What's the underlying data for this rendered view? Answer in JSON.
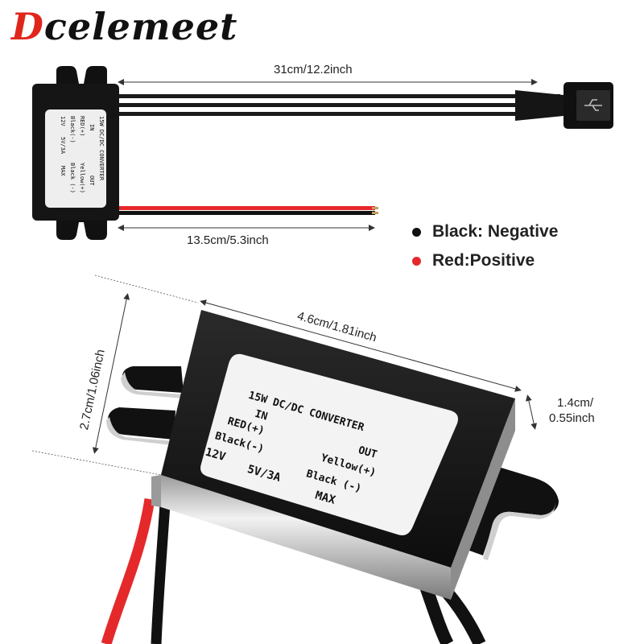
{
  "brand": {
    "first": "D",
    "rest": "celemeet"
  },
  "dimensions": {
    "usb_cable_length": "31cm/12.2inch",
    "input_wire_length": "13.5cm/5.3inch",
    "module_length": "4.6cm/1.81inch",
    "module_width": "2.7cm/1.06inch",
    "module_height_line1": "1.4cm/",
    "module_height_line2": "0.55inch"
  },
  "legend": [
    {
      "text": "Black: Negative",
      "color": "#111111"
    },
    {
      "text": "Red:Positive",
      "color": "#e5292b"
    }
  ],
  "module_label": {
    "title": "15W DC/DC CONVERTER",
    "in": "IN",
    "out": "OUT",
    "red": "RED(+)",
    "black_in": "Black(-)",
    "yellow": "Yellow(+)",
    "black_out": "Black (-)",
    "v_in": "12V",
    "v_out": "5V/3A",
    "max": "MAX"
  },
  "colors": {
    "accent_red": "#e0261c",
    "wire_red": "#e5292b",
    "module_black": "#151515"
  }
}
